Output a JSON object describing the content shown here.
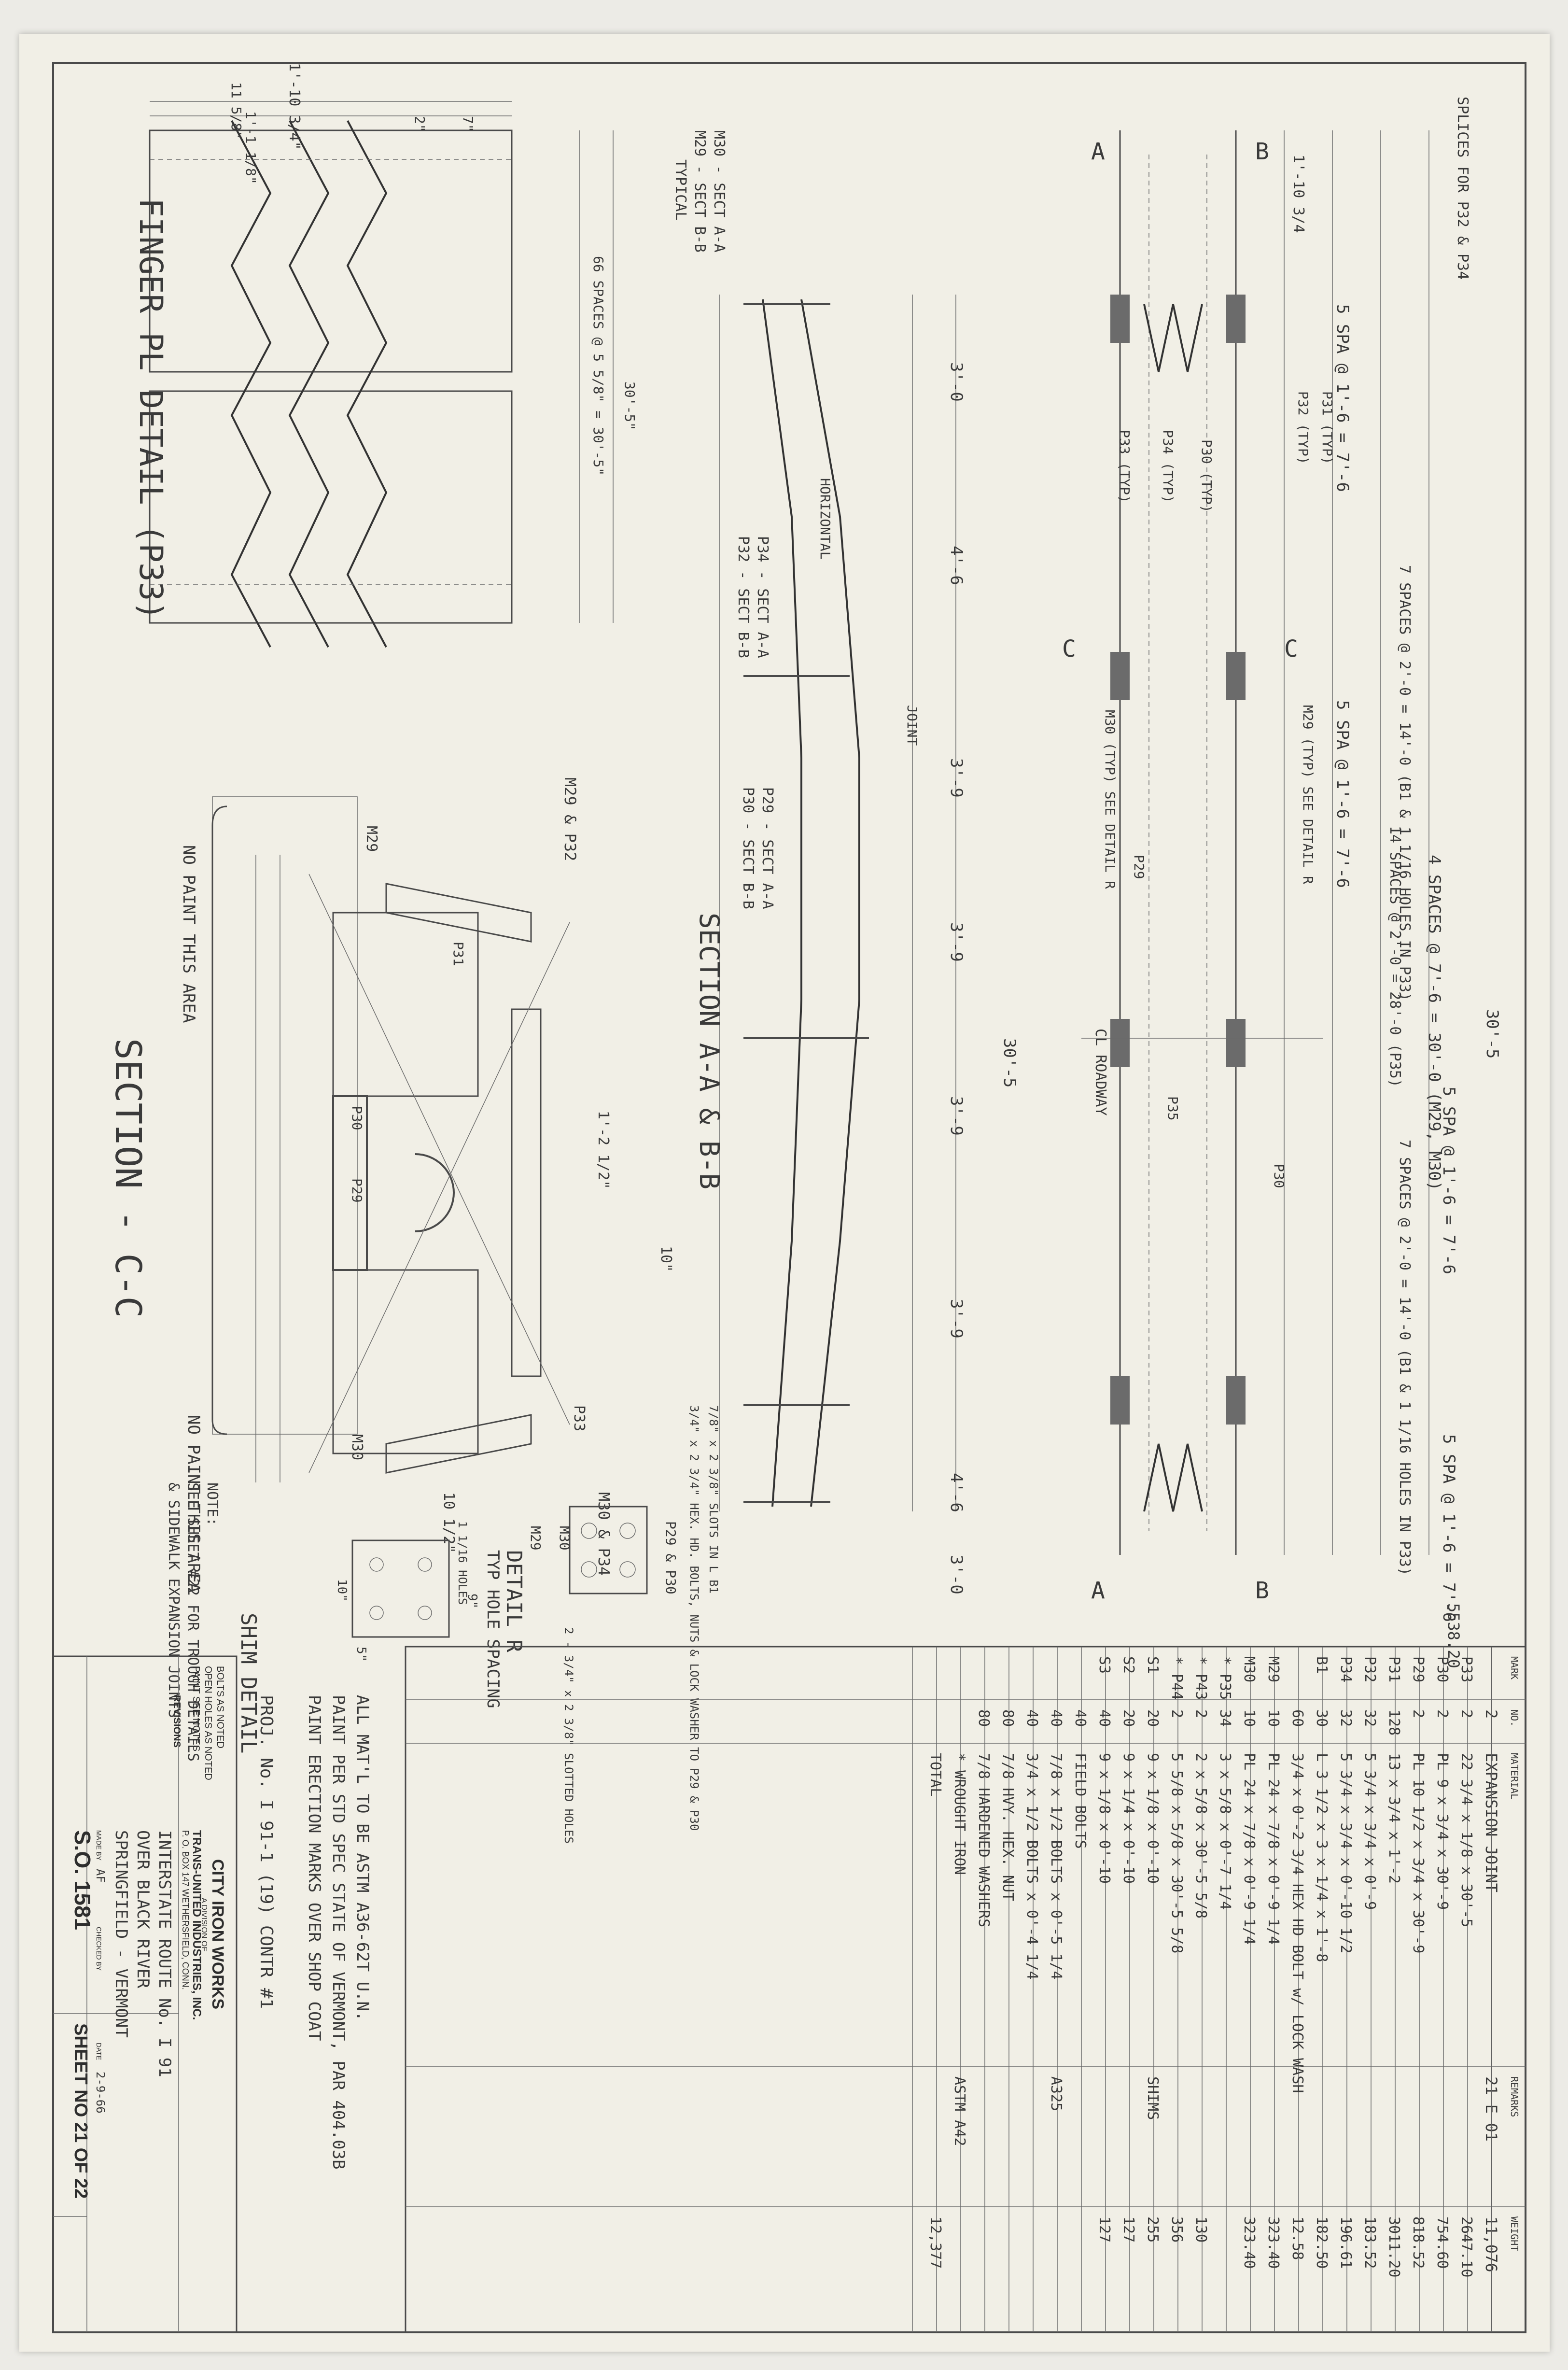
{
  "finger_detail": {
    "title": "FINGER PL DETAIL (P33)",
    "dim_top": "1'-10 3/4\"",
    "dim_11_5": "11 5/8\"",
    "dim_1_1": "1'-1 1/8\"",
    "dim_2": "2\"",
    "dim_7": "7\"",
    "spaces": "66 SPACES @ 5 5/8\" = 30'-5\"",
    "dim_30_5": "30'-5\""
  },
  "section_cc": {
    "title": "SECTION - C-C",
    "no_paint_1": "NO PAINT THIS AREA",
    "no_paint_2": "NO PAINT THIS AREA",
    "m29_p32": "M29 & P32",
    "m30_p34": "M30 & P34",
    "dim_10_5": "10 1/2\"",
    "dim_1_2_5": "1'-2 1/2\"",
    "dim_10": "10\"",
    "p31": "P31",
    "p33": "P33",
    "p30": "P30",
    "p29": "P29",
    "m29": "M29",
    "m30": "M30",
    "bolts_note": "3/4\" x 2 3/4\" HEX. HD. BOLTS, NUTS & LOCK WASHER TO P29 & P30",
    "slots_note": "7/8\" x 2 3/8\" SLOTS IN L B1"
  },
  "section_aa": {
    "title": "SECTION A-A & B-B",
    "m30_label": "M30 - SECT A-A",
    "m29_label": "M29 - SECT B-B",
    "typical": "TYPICAL",
    "p34_label": "P34 - SECT A-A",
    "p32_label": "P32 - SECT B-B",
    "p29_label": "P29 - SECT A-A",
    "p30_label": "P30 - SECT B-B",
    "horizontal": "HORIZONTAL",
    "dims": [
      "3'-0",
      "4'-6",
      "3'-9",
      "3'-9",
      "3'-9",
      "3'-9",
      "4'-6",
      "3'-0"
    ],
    "total": "30'-5",
    "joint": "JOINT"
  },
  "plan": {
    "header_note": "SPLICES FOR P32 & P34",
    "span_1": "5 SPA @ 1'-6 = 7'-6",
    "span_2": "5 SPA @ 1'-6 = 7'-6",
    "span_3": "5 SPA @ 1'-6 = 7'-6",
    "span_4": "5 SPA @ 1'-6 = 7'-6",
    "spaces_4": "4 SPACES @ 7'-6 = 30'-0 (M29, M30)",
    "overall": "30'-5",
    "spaces_7a": "7 SPACES @ 2'-0 = 14'-0 (B1 & 1 1/16 HOLES IN P33)",
    "spaces_14": "14 SPACES @ 2'-0 = 28'-0 (P35)",
    "spaces_7b": "7 SPACES @ 2'-0 = 14'-0 (B1 & 1 1/16 HOLES IN P33)",
    "roadway": "CL ROADWAY",
    "labels": [
      "P31 (TYP)",
      "P32 (TYP)",
      "P30 (TYP)",
      "P34 (TYP)",
      "P33 (TYP)",
      "M29 (TYP) SEE DETAIL R",
      "M30 (TYP) SEE DETAIL R",
      "P29",
      "P35",
      "P30"
    ],
    "section_marks": [
      "A",
      "B",
      "C",
      "C",
      "A",
      "B"
    ],
    "dim_1_10": "1'-10 3/4"
  },
  "detail_r": {
    "title": "DETAIL R",
    "subtitle": "TYP HOLE SPACING",
    "holes": "2 - 3/4\" x 2 3/8\" SLOTTED HOLES",
    "labels": [
      "P29 & P30",
      "M30",
      "M29"
    ]
  },
  "shim_detail": {
    "title": "SHIM DETAIL",
    "holes": "1 1/16 HOLES",
    "dims": [
      "9\"",
      "10\"",
      "5\""
    ]
  },
  "note": {
    "line1": "NOTE:",
    "line2": "SEE SHEET #22 FOR TROUGH DETAILS",
    "line3": "& SIDEWALK EXPANSION JOINTS"
  },
  "bill_of_materials": {
    "headers": [
      "MARK",
      "NO.",
      "MATERIAL",
      "REMARKS",
      "WEIGHT"
    ],
    "heading_row": {
      "no": "2",
      "material": "EXPANSION JOINT",
      "remarks": "21 E 01",
      "weight": "11,076"
    },
    "rows": [
      {
        "mark": "P33",
        "no": "2",
        "material": "22 3/4 x 1/8 x 30'-5",
        "remarks": "",
        "weight": "2647.10"
      },
      {
        "mark": "P30",
        "no": "2",
        "material": "PL 9 x 3/4 x 30'-9",
        "remarks": "",
        "weight": "754.60"
      },
      {
        "mark": "P29",
        "no": "2",
        "material": "PL 10 1/2 x 3/4 x 30'-9",
        "remarks": "",
        "weight": "818.52"
      },
      {
        "mark": "P31",
        "no": "128",
        "material": "13 x 3/4 x 1'-2",
        "remarks": "",
        "weight": "3011.20"
      },
      {
        "mark": "P32",
        "no": "32",
        "material": "5 3/4 x 3/4 x 0'-9",
        "remarks": "",
        "weight": "183.52"
      },
      {
        "mark": "P34",
        "no": "32",
        "material": "5 3/4 x 3/4 x 0'-10 1/2",
        "remarks": "",
        "weight": "196.61"
      },
      {
        "mark": "B1",
        "no": "30",
        "material": "L 3 1/2 x 3 x 1/4 x 1'-8",
        "remarks": "",
        "weight": "182.50"
      },
      {
        "mark": "",
        "no": "60",
        "material": "3/4 x 0'-2 3/4 HEX HD BOLT w/ LOCK WASH",
        "remarks": "",
        "weight": "12.58"
      },
      {
        "mark": "M29",
        "no": "10",
        "material": "PL 24 x 7/8 x 0'-9 1/4",
        "remarks": "",
        "weight": "323.40"
      },
      {
        "mark": "M30",
        "no": "10",
        "material": "PL 24 x 7/8 x 0'-9 1/4",
        "remarks": "",
        "weight": "323.40"
      },
      {
        "mark": "* P35",
        "no": "34",
        "material": "3 x 5/8 x 0'-7 1/4",
        "remarks": "",
        "weight": ""
      },
      {
        "mark": "* P43",
        "no": "2",
        "material": "2 x 5/8 x 30'-5 5/8",
        "remarks": "",
        "weight": "130"
      },
      {
        "mark": "* P44",
        "no": "2",
        "material": "5 5/8 x 5/8 x 30'-5 5/8",
        "remarks": "",
        "weight": "356"
      },
      {
        "mark": "S1",
        "no": "20",
        "material": "9 x 1/8 x 0'-10",
        "remarks": "SHIMS",
        "weight": "255"
      },
      {
        "mark": "S2",
        "no": "20",
        "material": "9 x 1/4 x 0'-10",
        "remarks": "",
        "weight": "127"
      },
      {
        "mark": "S3",
        "no": "40",
        "material": "9 x 1/8 x 0'-10",
        "remarks": "",
        "weight": "127"
      },
      {
        "mark": "",
        "no": "40",
        "material": "FIELD BOLTS",
        "remarks": "",
        "weight": ""
      },
      {
        "mark": "",
        "no": "40",
        "material": "7/8 x 1/2 BOLTS x 0'-5 1/4",
        "remarks": "A325",
        "weight": ""
      },
      {
        "mark": "",
        "no": "40",
        "material": "3/4 x 1/2 BOLTS x 0'-4 1/4",
        "remarks": "",
        "weight": ""
      },
      {
        "mark": "",
        "no": "80",
        "material": "7/8 HVY. HEX. NUT",
        "remarks": "",
        "weight": ""
      },
      {
        "mark": "",
        "no": "80",
        "material": "7/8 HARDENED WASHERS",
        "remarks": "",
        "weight": ""
      },
      {
        "mark": "",
        "no": "",
        "material": "* WROUGHT IRON",
        "remarks": "ASTM A42",
        "weight": ""
      },
      {
        "mark": "",
        "no": "",
        "material": "TOTAL",
        "remarks": "",
        "weight": "12,377"
      }
    ],
    "total_weight_left": "5538.20"
  },
  "notes_main": {
    "line1": "ALL MAT'L TO BE ASTM A36-62T U.N.",
    "line2": "PAINT PER STD SPEC STATE OF VERMONT, PAR 404.03B",
    "line3": "PAINT ERECTION MARKS OVER SHOP COAT"
  },
  "project": "PROJ. No. I 91-1 (19) CONTR #1",
  "title_block": {
    "company": "CITY IRON WORKS",
    "division": "A DIVISION OF",
    "parent": "TRANS-UNITED INDUSTRIES, INC.",
    "address": "P. O. BOX 147      WETHERSFIELD, CONN.",
    "bolts": "BOLTS AS NOTED",
    "open_holes": "OPEN HOLES AS NOTED",
    "paint": "PAINT SEE NOTES",
    "revisions": "REVISIONS",
    "route": "INTERSTATE ROUTE No. I 91",
    "over": "OVER BLACK RIVER",
    "location": "SPRINGFIELD - VERMONT",
    "made_by_label": "MADE BY",
    "made_by": "AF",
    "checked_label": "CHECKED BY",
    "date_label": "DATE",
    "date": "2-9-66",
    "so_number": "S.O. 1581",
    "sheet_no": "SHEET NO 21 OF 22"
  }
}
